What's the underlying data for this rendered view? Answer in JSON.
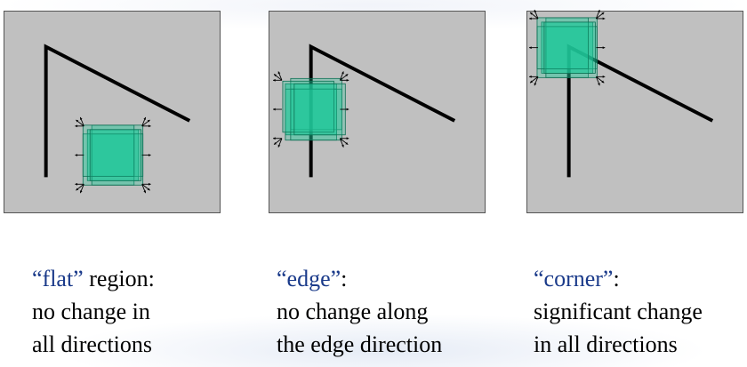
{
  "colors": {
    "panel_bg": "#c0c0c0",
    "window_fill": "#22c99a",
    "keyword": "#1a3a8a",
    "line": "#000000"
  },
  "panels": [
    {
      "key": "flat",
      "quoted": "“flat”",
      "rest": " region:",
      "line2": "no change in",
      "line3": "all directions"
    },
    {
      "key": "edge",
      "quoted": "“edge”",
      "rest": ":",
      "line2": "no change along",
      "line3": "the edge direction"
    },
    {
      "key": "corner",
      "quoted": "“corner”",
      "rest": ":",
      "line2": "significant change",
      "line3": "in all directions"
    }
  ]
}
